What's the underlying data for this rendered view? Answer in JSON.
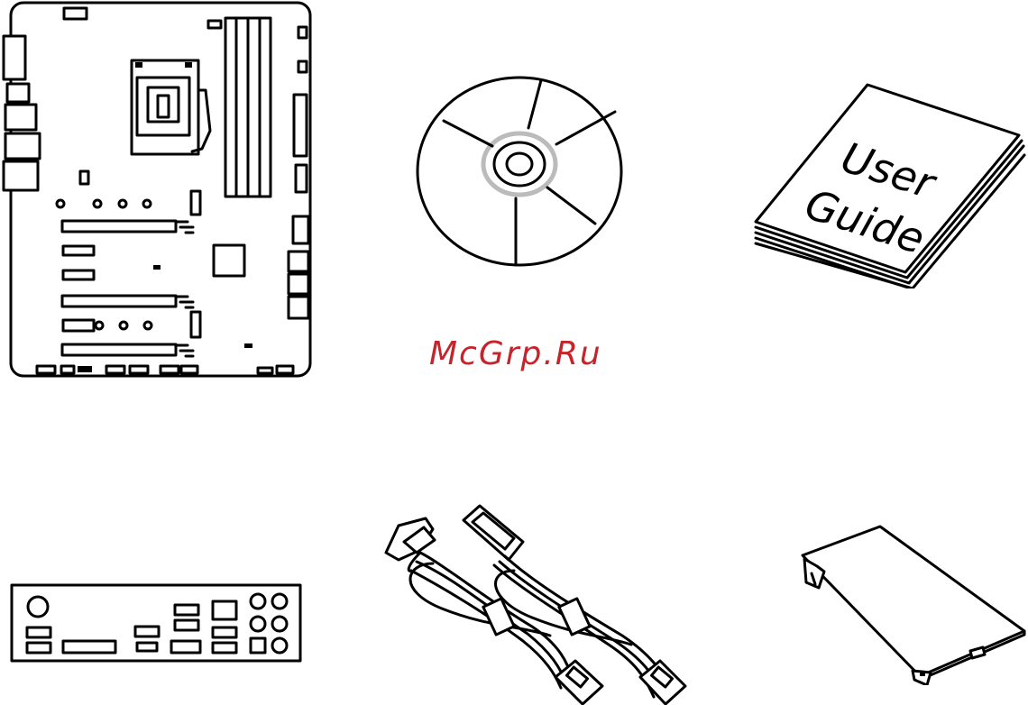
{
  "user_guide": {
    "line1": "User",
    "line2": "Guide"
  },
  "watermark": {
    "text": "McGrp.Ru",
    "color": "#c6232b"
  },
  "items": [
    {
      "id": "motherboard",
      "icon": "motherboard-icon"
    },
    {
      "id": "driver-disc",
      "icon": "disc-icon"
    },
    {
      "id": "user-guide",
      "icon": "booklet-icon"
    },
    {
      "id": "io-shield",
      "icon": "io-shield-icon"
    },
    {
      "id": "sata-cables",
      "icon": "sata-cable-icon"
    },
    {
      "id": "m2-cover",
      "icon": "m2-cover-icon"
    }
  ]
}
